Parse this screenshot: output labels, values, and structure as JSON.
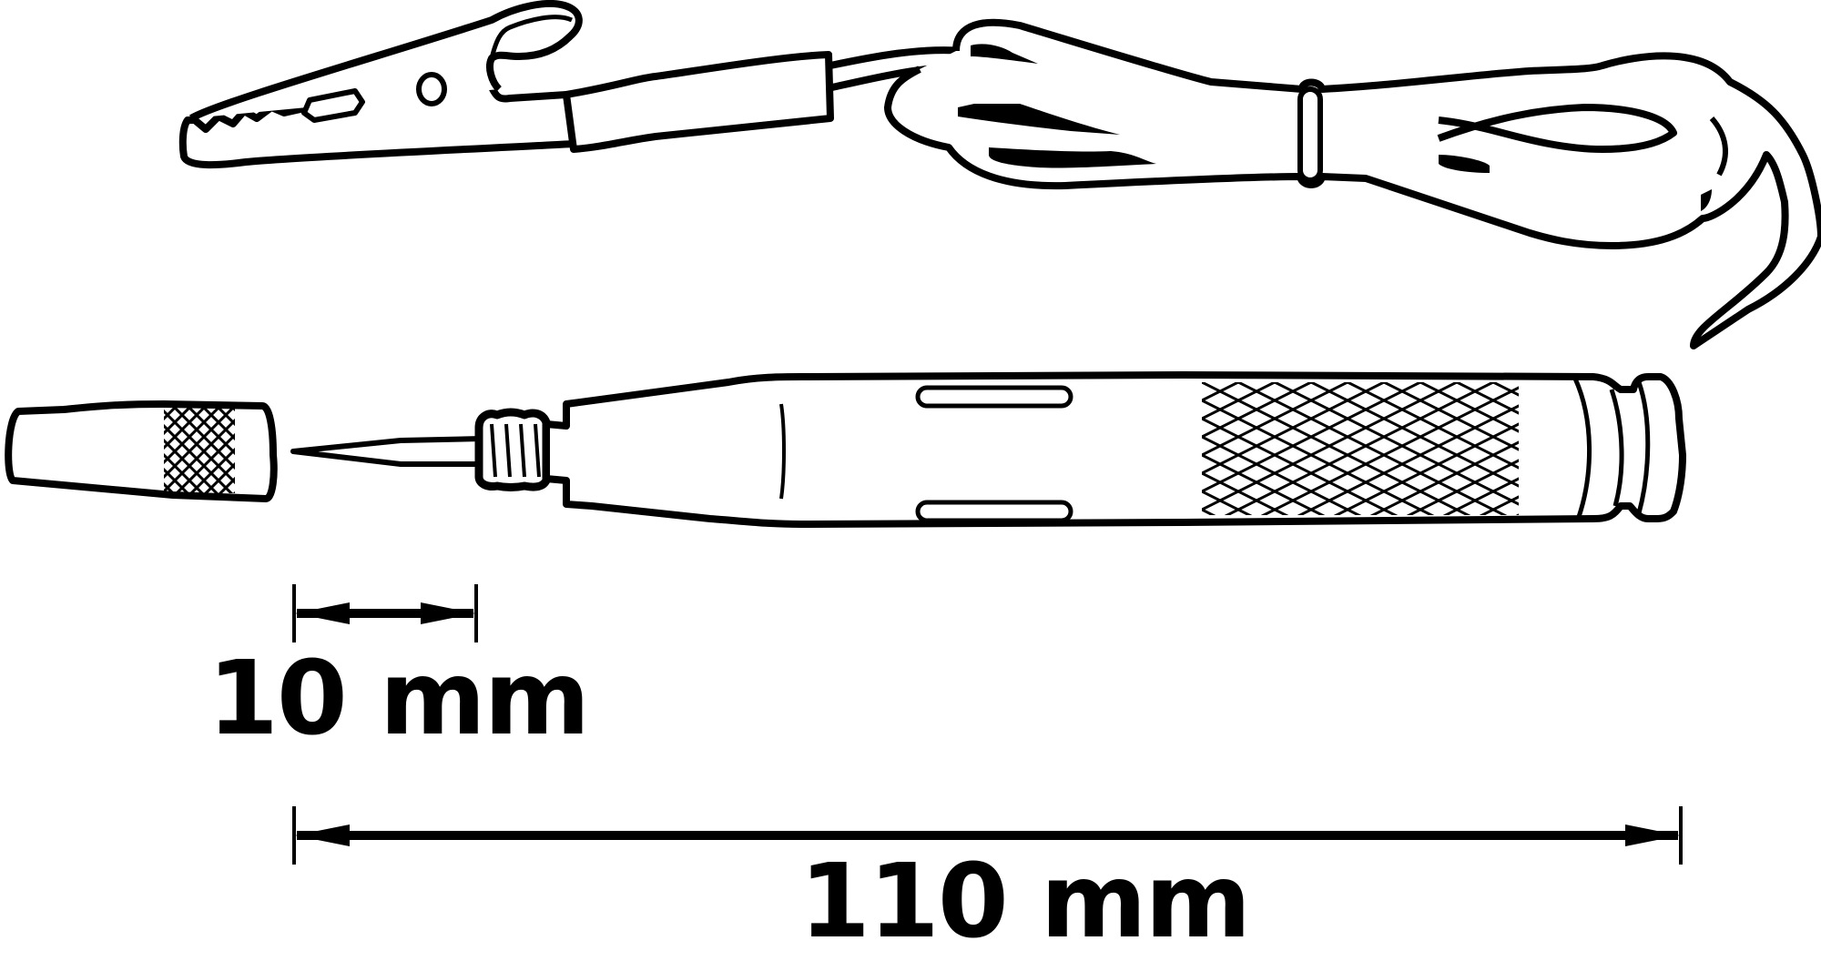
{
  "figure": {
    "subject": "circuit tester with crocodile clip and coiled lead",
    "stroke_color": "#000000",
    "background_color": "#ffffff"
  },
  "dimensions": {
    "small": {
      "value": "10",
      "unit": "mm",
      "label": "10 mm",
      "applies_to": "probe tip length"
    },
    "large": {
      "value": "110",
      "unit": "mm",
      "label": "110 mm",
      "applies_to": "overall tester length"
    }
  },
  "components": [
    {
      "name": "crocodile-clip",
      "icon": "alligator-clip-icon"
    },
    {
      "name": "coiled-lead",
      "icon": "coiled-cable-icon"
    },
    {
      "name": "protective-cap",
      "icon": "knurled-cap-icon"
    },
    {
      "name": "probe-tip",
      "icon": "needle-probe-icon"
    },
    {
      "name": "tester-body",
      "icon": "knurled-grip-body-icon"
    }
  ]
}
